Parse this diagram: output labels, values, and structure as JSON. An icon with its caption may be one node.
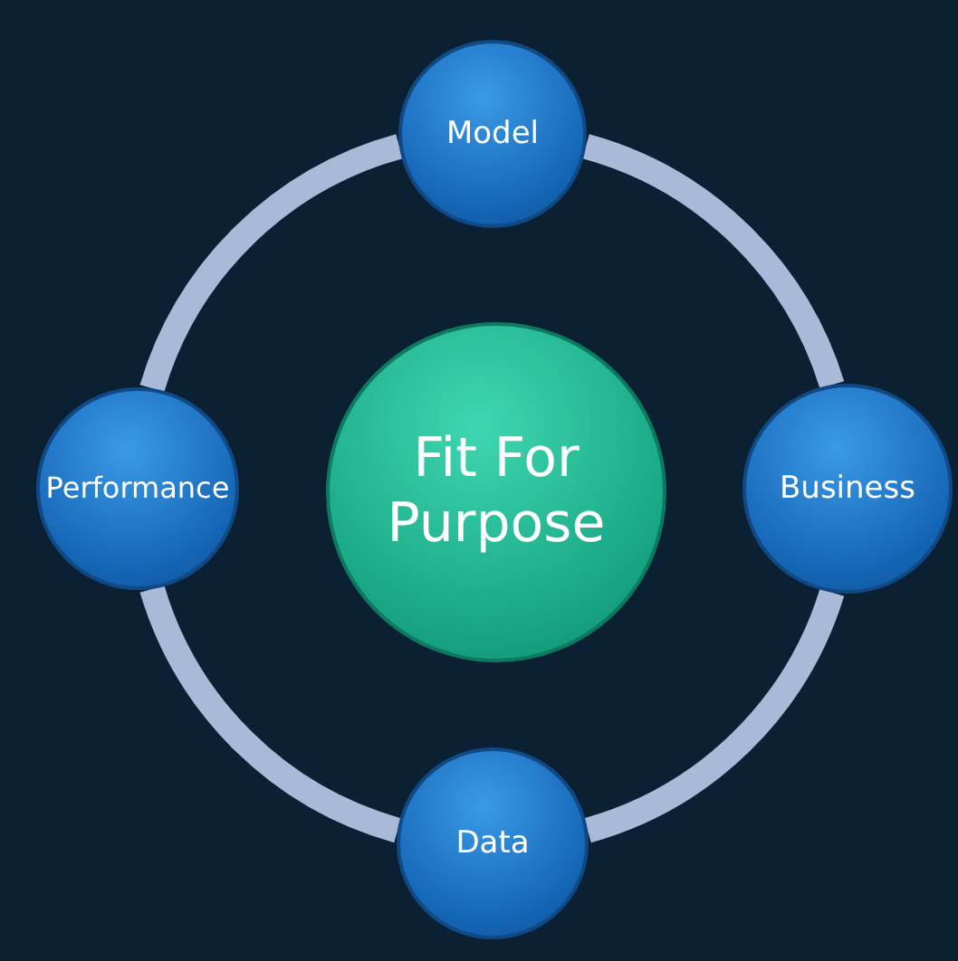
{
  "diagram": {
    "nodes": [
      {
        "text": [
          "Model"
        ]
      },
      {
        "text": [
          "Performance"
        ]
      },
      {
        "text": [
          "Fit For Purpose"
        ]
      },
      {
        "text": [
          "Business"
        ]
      },
      {
        "text": [
          "Data"
        ]
      }
    ],
    "edges": [
      {
        "from": 0,
        "to": 3,
        "arrow": "none"
      },
      {
        "from": 3,
        "to": 4,
        "arrow": "none"
      },
      {
        "from": 4,
        "to": 1,
        "arrow": "none"
      },
      {
        "from": 1,
        "to": 0,
        "arrow": "none"
      }
    ]
  }
}
